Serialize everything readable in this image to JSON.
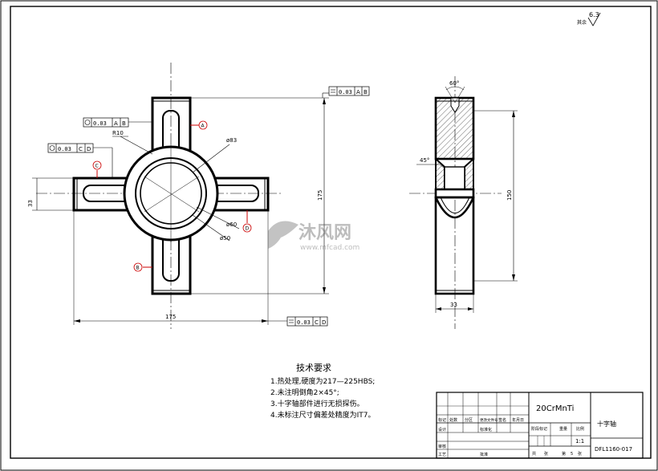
{
  "roughness": {
    "value": "6.3",
    "prefix": "其余"
  },
  "tolerances": {
    "top_right": {
      "value": "0.03",
      "refs": [
        "A",
        "B"
      ]
    },
    "left_upper": {
      "value": "0.03",
      "refs": [
        "A",
        "B"
      ]
    },
    "left_lower": {
      "value": "0.03",
      "refs": [
        "C",
        "D"
      ]
    },
    "bottom": {
      "value": "0.03",
      "refs": [
        "C",
        "D"
      ]
    }
  },
  "datums": {
    "a": "A",
    "b": "B",
    "c": "C",
    "d": "D"
  },
  "dims": {
    "r10": "R10",
    "d83": "ø83",
    "d60": "ø60",
    "d50": "ø50",
    "w33": "33",
    "h175": "175",
    "w175": "175",
    "angle60": "60°",
    "angle45": "45°",
    "h150": "150",
    "w33_side": "33"
  },
  "watermark": {
    "brand": "沐风网",
    "url": "www.mfcad.com"
  },
  "tech_requirements": {
    "title": "技术要求",
    "items": [
      "1.热处理,硬度为217—225HBS;",
      "2.未注明倒角2×45°;",
      "3.十字轴部件进行无损探伤。",
      "4.未标注尺寸偏差处精度为IT7。"
    ]
  },
  "title_block": {
    "material": "20CrMnTi",
    "part_name": "十字轴",
    "drawing_no": "DFL1160-017",
    "scale": "1:1",
    "labels": {
      "mark": "标记",
      "count": "处数",
      "zone": "分区",
      "doc": "更改文件号",
      "sign": "签名",
      "date": "年月日",
      "design": "设计",
      "std": "标准化",
      "stage": "阶段标记",
      "weight": "重量",
      "ratio": "比例",
      "review": "审核",
      "craft": "工艺",
      "approve": "批准",
      "sheets_total": "共",
      "sheets": "张",
      "sheet_no": "第",
      "sheet_unit": "张"
    },
    "sheet_total": "",
    "sheet_current": "5"
  }
}
